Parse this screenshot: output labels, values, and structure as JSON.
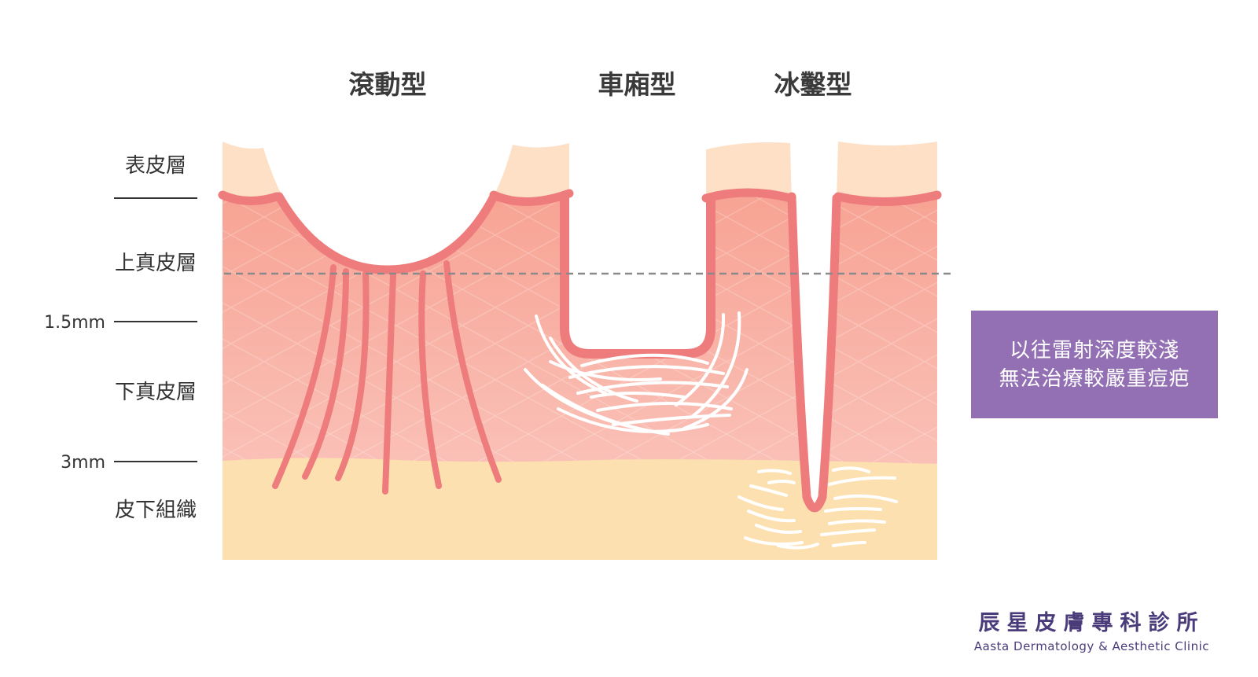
{
  "scar_types": [
    "滾動型",
    "車廂型",
    "冰鑿型"
  ],
  "layers": [
    "表皮層",
    "上真皮層",
    "下真皮層",
    "皮下組織"
  ],
  "depth_markers": [
    "1.5mm",
    "3mm"
  ],
  "callout": {
    "line1": "以往雷射深度較淺",
    "line2": "無法治療較嚴重痘疤",
    "color": "#9370b3"
  },
  "brand": {
    "name_zh": "辰星皮膚專科診所",
    "name_en": "Aasta Dermatology & Aesthetic Clinic"
  },
  "colors": {
    "epidermis": "#fde0c6",
    "dermis_upper": "#f8a79b",
    "dermis_lower": "#f9bdb2",
    "subcutaneous": "#fde0b0",
    "scar_line": "#ee7c7c",
    "collagen": "#ffffff"
  }
}
